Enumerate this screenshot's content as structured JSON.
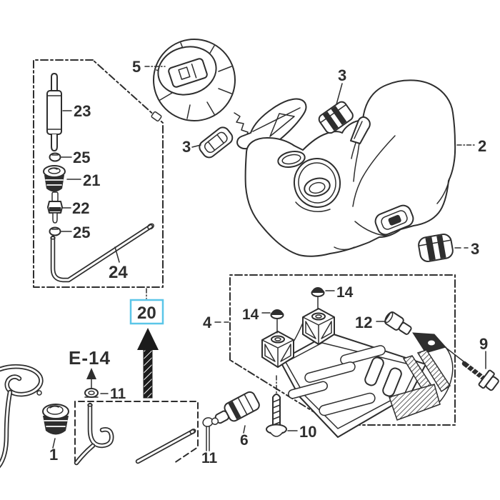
{
  "figure": {
    "background": "#ffffff",
    "ink": "#2e2e2e",
    "accent": "#5bc6e8",
    "type": "exploded-parts-diagram",
    "subject": "fuel tank assembly"
  },
  "callouts": {
    "fuel_cap": "5",
    "fuel_tank": "2",
    "mount_cushion_top": "3",
    "mount_cushion_left": "3",
    "mount_cushion_bottom": "3",
    "bracket_box": "4",
    "breather_valve": "6",
    "bolt": "9",
    "screw": "10",
    "clip_upper": "11",
    "clip_lower": "11",
    "collar": "12",
    "nut_left": "14",
    "nut_right": "14",
    "grommet_main": "1",
    "filter_pipe": "23",
    "clip_a": "25",
    "grommet": "21",
    "check_valve": "22",
    "clip_b": "25",
    "fuel_tube": "24",
    "highlighted_group": "20",
    "section_reference": "E-14"
  }
}
